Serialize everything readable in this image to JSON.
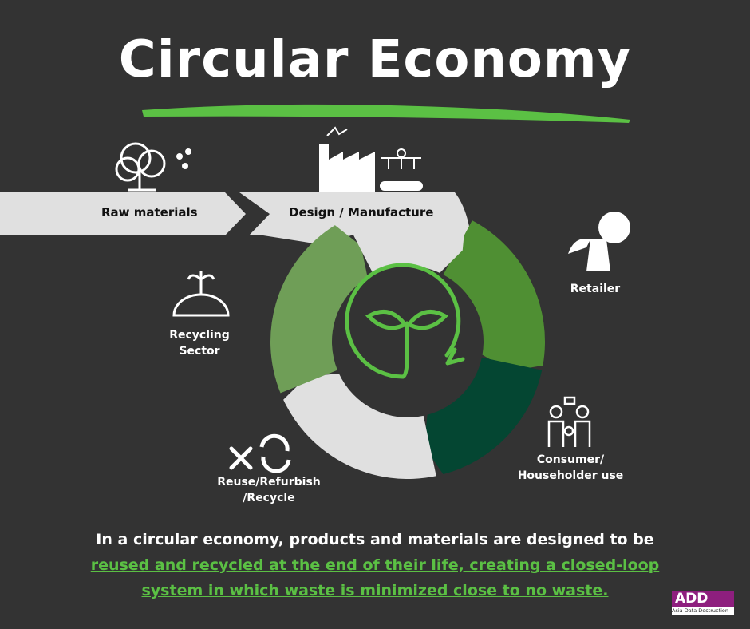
{
  "title": "Circular Economy",
  "band": {
    "raw_materials": "Raw materials",
    "design": "Design / Manufacture"
  },
  "stages": {
    "retailer": "Retailer",
    "consumer_line1": "Consumer/",
    "consumer_line2": "Householder use",
    "reuse_line1": "Reuse/Refurbish",
    "reuse_line2": "/Recycle",
    "recycling_line1": "Recycling",
    "recycling_line2": "Sector"
  },
  "caption": {
    "line1": "In a circular economy, products and materials are designed to be",
    "line2": "reused and recycled at the end of their life, creating a closed-loop",
    "line3": "system in which waste is minimized close to no waste."
  },
  "logo": {
    "mark": "ADD",
    "name": "Asia Data Destruction"
  },
  "colors": {
    "background": "#333333",
    "accent": "#5bc044",
    "green": "#4f8f33",
    "dark_green": "#044632",
    "light_green": "#6f9e57",
    "grey": "#e0e0e0"
  }
}
